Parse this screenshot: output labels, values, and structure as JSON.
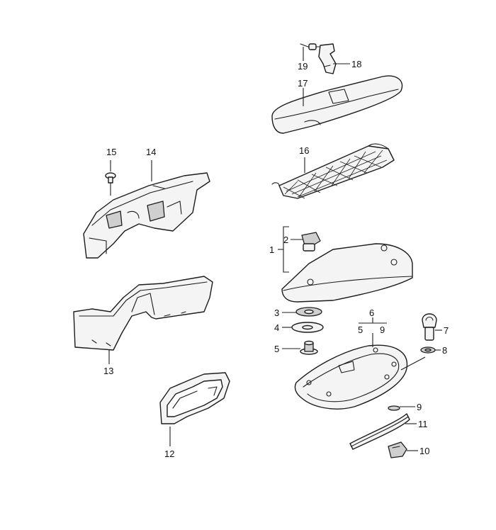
{
  "callouts": {
    "c1": "1",
    "c2": "2",
    "c3": "3",
    "c4": "4",
    "c5": "5",
    "c6": "6",
    "c6_sub5": "5",
    "c6_sub9": "9",
    "c7": "7",
    "c8": "8",
    "c9": "9",
    "c10": "10",
    "c11": "11",
    "c12": "12",
    "c13": "13",
    "c14": "14",
    "c15": "15",
    "c16": "16",
    "c17": "17",
    "c18": "18",
    "c19": "19"
  },
  "colors": {
    "line": "#1c1c1c",
    "fill": "#f4f4f4",
    "shade": "#cfcfcf",
    "background": "#ffffff"
  }
}
